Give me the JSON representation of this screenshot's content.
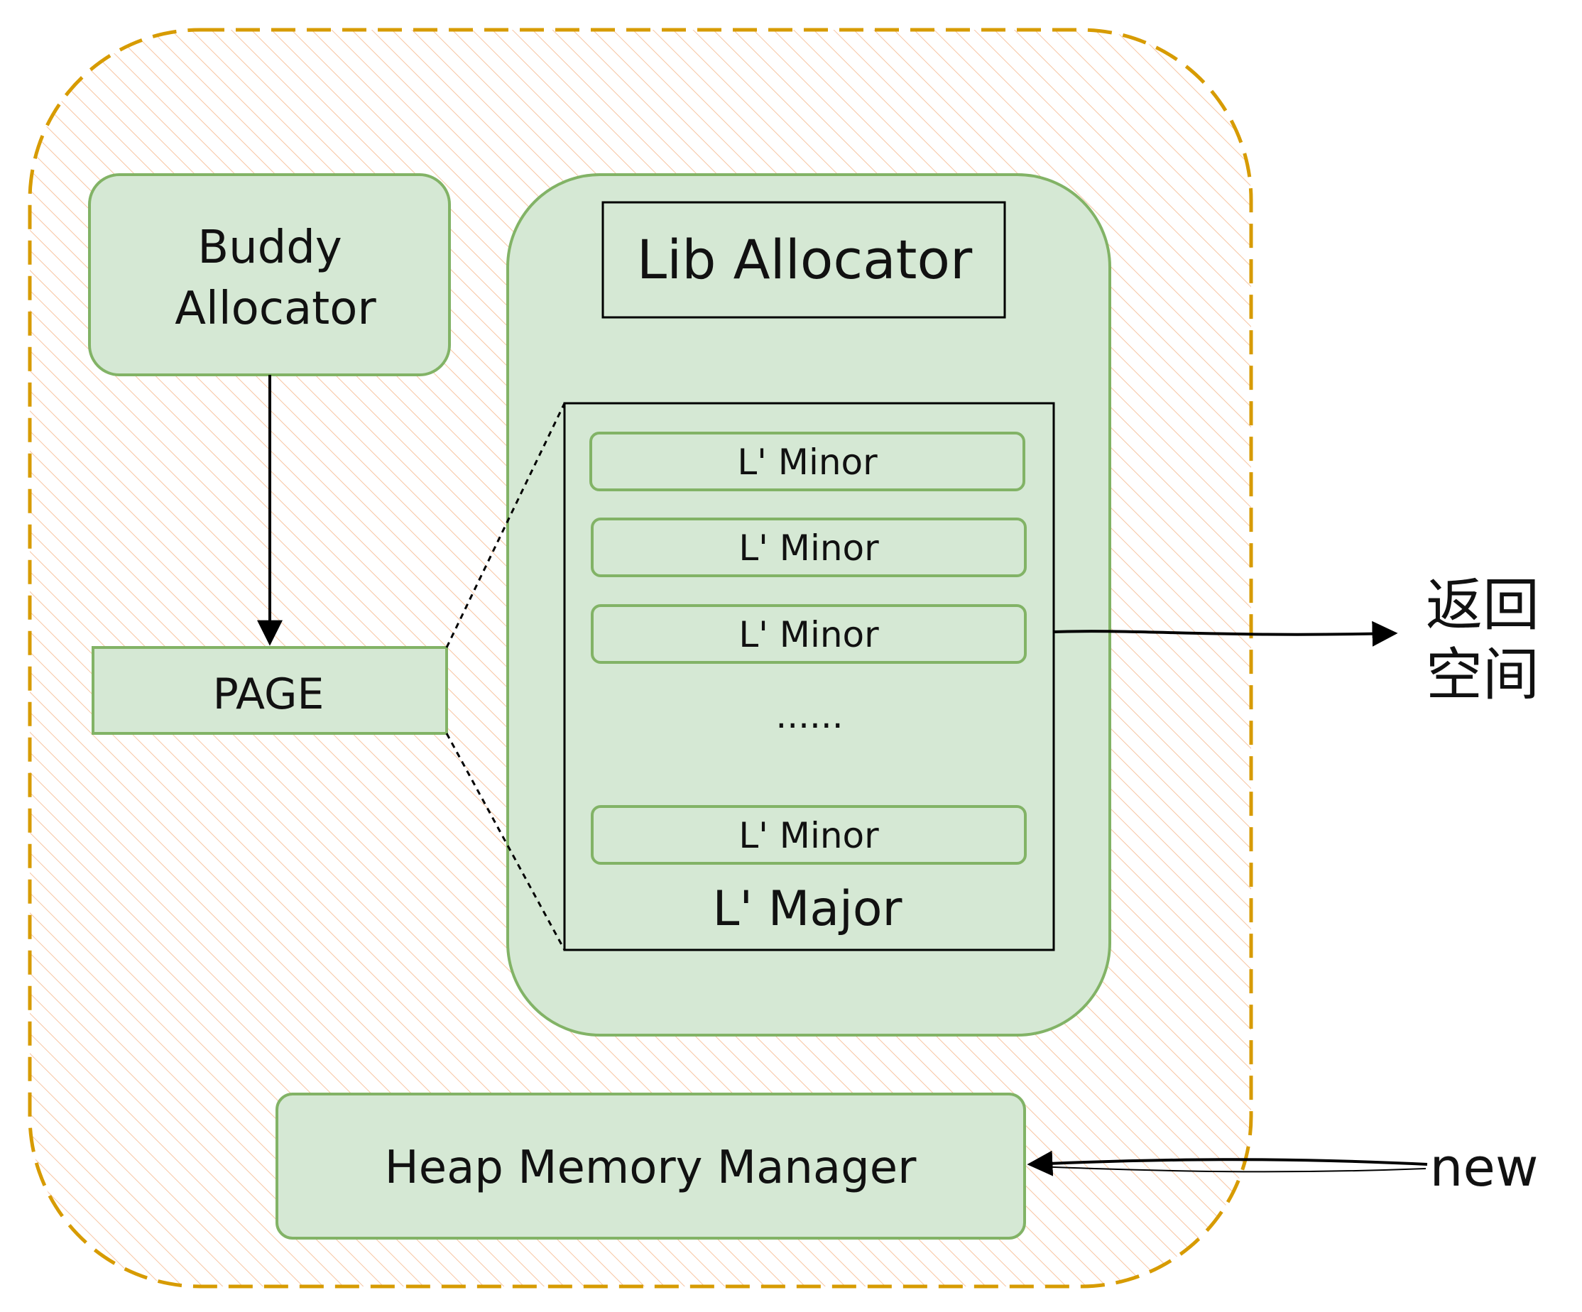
{
  "diagram": {
    "outer_region": {
      "hatch_color": "#f4b183",
      "border_color": "#d79b00"
    },
    "buddy_allocator": {
      "line1": "Buddy",
      "line2": "Allocator"
    },
    "page": {
      "label": "PAGE"
    },
    "lib_allocator": {
      "title": "Lib Allocator"
    },
    "l_major": {
      "label": "L' Major",
      "minors": [
        "L' Minor",
        "L' Minor",
        "L' Minor",
        "L' Minor"
      ],
      "ellipsis": "......"
    },
    "heap_memory_manager": {
      "label": "Heap Memory Manager"
    },
    "output": {
      "line1": "返回",
      "line2": "空间"
    },
    "input": {
      "label": "new"
    },
    "colors": {
      "box_fill": "#d5e8d4",
      "box_stroke": "#82b366",
      "text": "#111111",
      "line": "#000000"
    }
  }
}
